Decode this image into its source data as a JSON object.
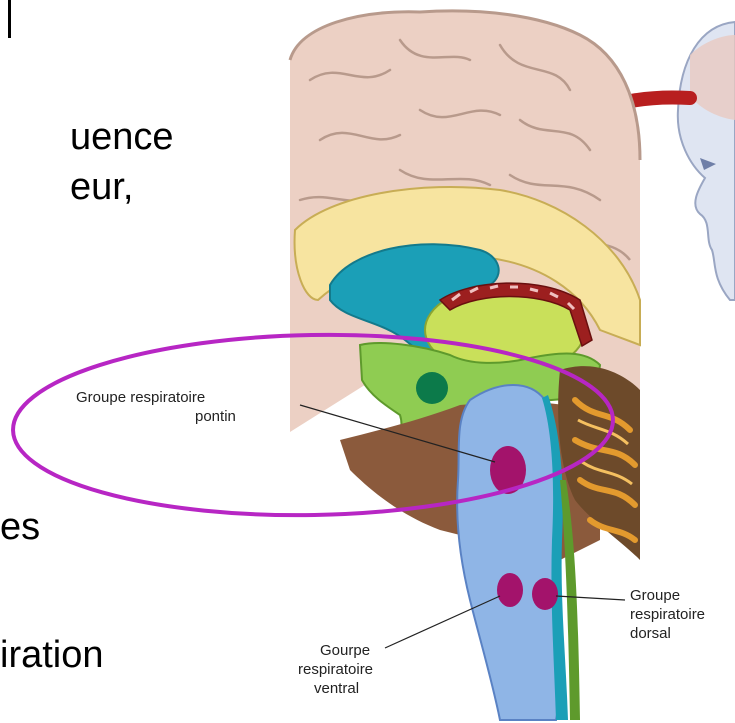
{
  "slide": {
    "text_lines": [
      "uence",
      "eur,",
      "es",
      "iration"
    ]
  },
  "figure": {
    "labels": {
      "pontine": [
        "Groupe respiratoire",
        "pontin"
      ],
      "dorsal": [
        "Groupe",
        "respiratoire",
        "dorsal"
      ],
      "ventral": [
        "Gourpe",
        "respiratoire",
        "ventral"
      ]
    }
  },
  "colors": {
    "highlight_ellipse": "#b726c4",
    "arrow": "#b81f1f",
    "respiratory_group": "#a3136b",
    "brainstem": "#8fb5e6",
    "cortex": "#ecd0c4"
  }
}
